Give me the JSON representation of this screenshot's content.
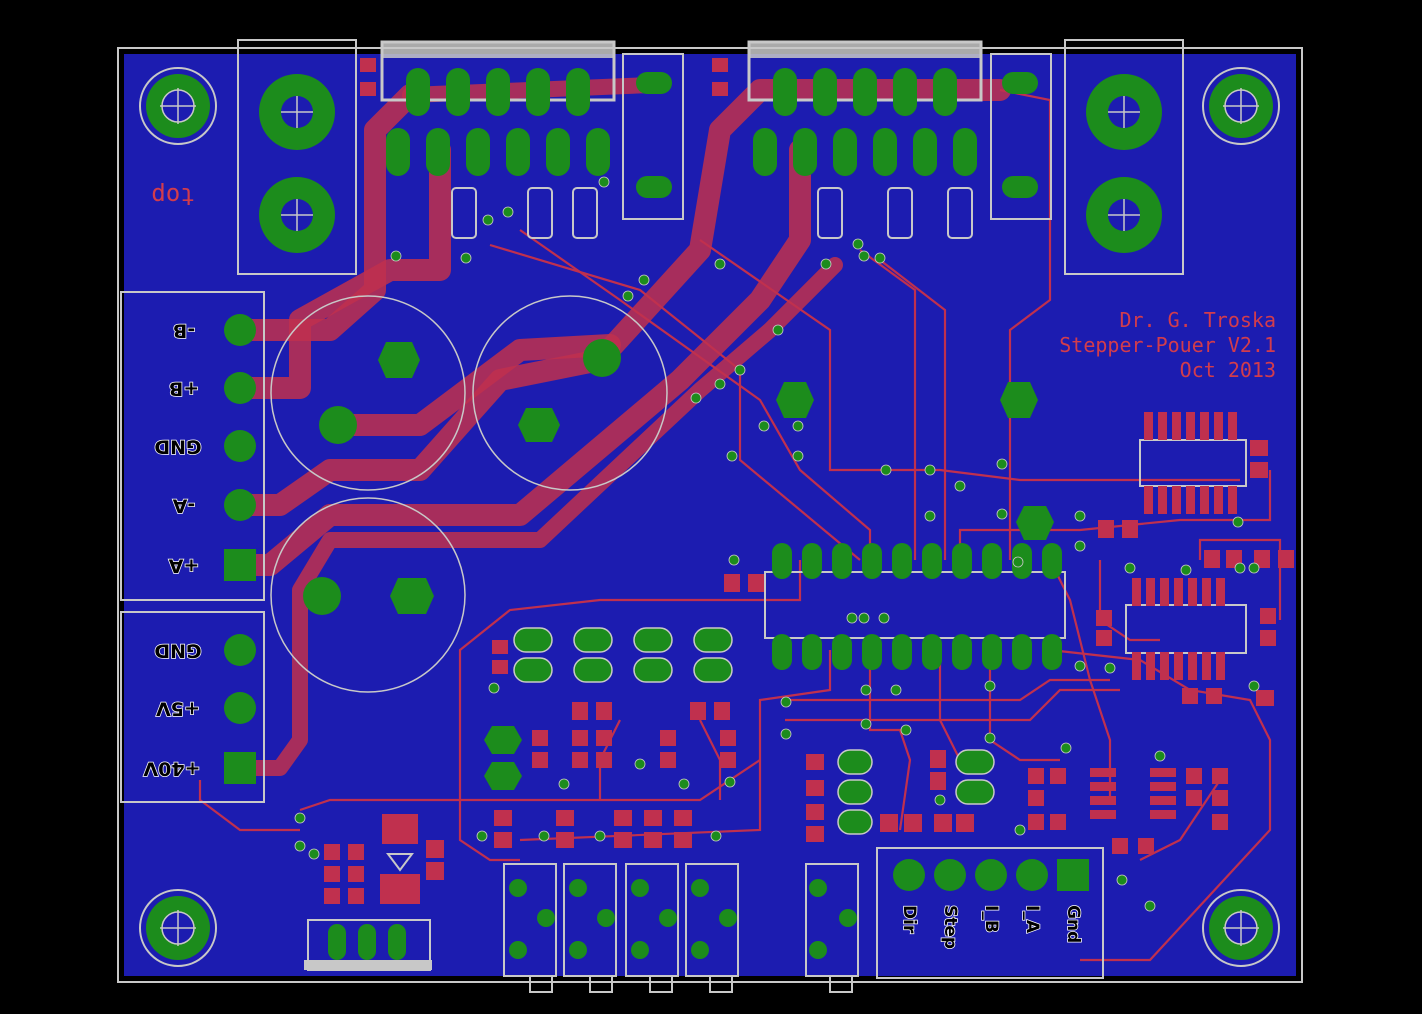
{
  "board": {
    "credit_lines": [
      "Dr. G. Troska",
      "Stepper-Pouer V2.1",
      "Oct 2013"
    ],
    "layer_label": "top",
    "motor_terminal_labels": [
      "-B",
      "+B",
      "GND",
      "-A",
      "+A"
    ],
    "power_terminal_labels": [
      "GND",
      "+5V",
      "+40V"
    ],
    "header_labels": [
      "Dir",
      "Step",
      "I_B",
      "I_A",
      "Gnd"
    ]
  },
  "colors": {
    "background": "#000000",
    "board": "#1c1cb0",
    "trace": "#c0304e",
    "pad": "#1c8c1c",
    "silk": "#c8c8c8",
    "text": "#d23c4c"
  }
}
